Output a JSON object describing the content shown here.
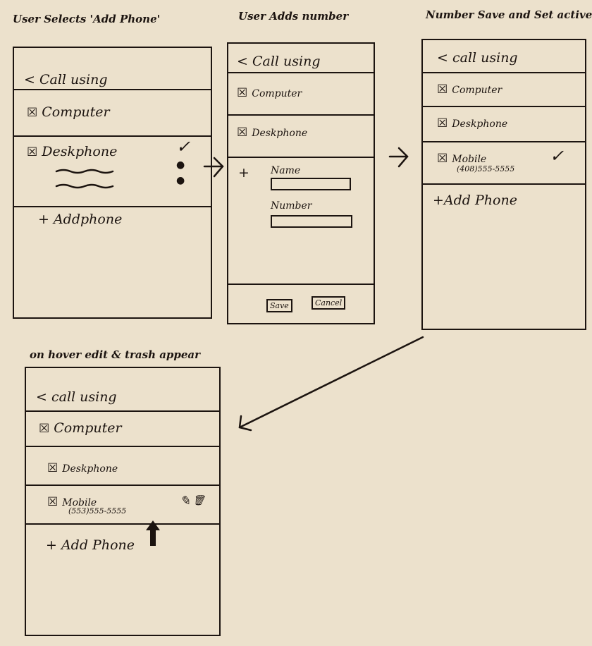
{
  "titles": {
    "step1": "User Selects 'Add Phone'",
    "step2": "User Adds number",
    "step3": "Number Save and Set active",
    "step4": "on hover edit & trash appear"
  },
  "icons": {
    "checkbox": "☒",
    "check": "✓",
    "back": "<",
    "pencil": "✎",
    "trash": "🗑",
    "toggle": "●"
  },
  "frame1": {
    "header": "Call using",
    "items": [
      "Computer",
      "Deskphone"
    ],
    "add": "+ Addphone"
  },
  "frame2": {
    "header": "Call using",
    "items": [
      "Computer",
      "Deskphone"
    ],
    "plus": "+",
    "name_label": "Name",
    "number_label": "Number",
    "save": "Save",
    "cancel": "Cancel"
  },
  "frame3": {
    "header": "call using",
    "items": [
      "Computer",
      "Deskphone"
    ],
    "mobile": "Mobile",
    "mobile_number": "(408)555-5555",
    "add": "+Add Phone"
  },
  "frame4": {
    "header": "call using",
    "items": [
      "Computer",
      "Deskphone"
    ],
    "mobile": "Mobile",
    "mobile_number": "(553)555-5555",
    "add": "+ Add Phone"
  }
}
